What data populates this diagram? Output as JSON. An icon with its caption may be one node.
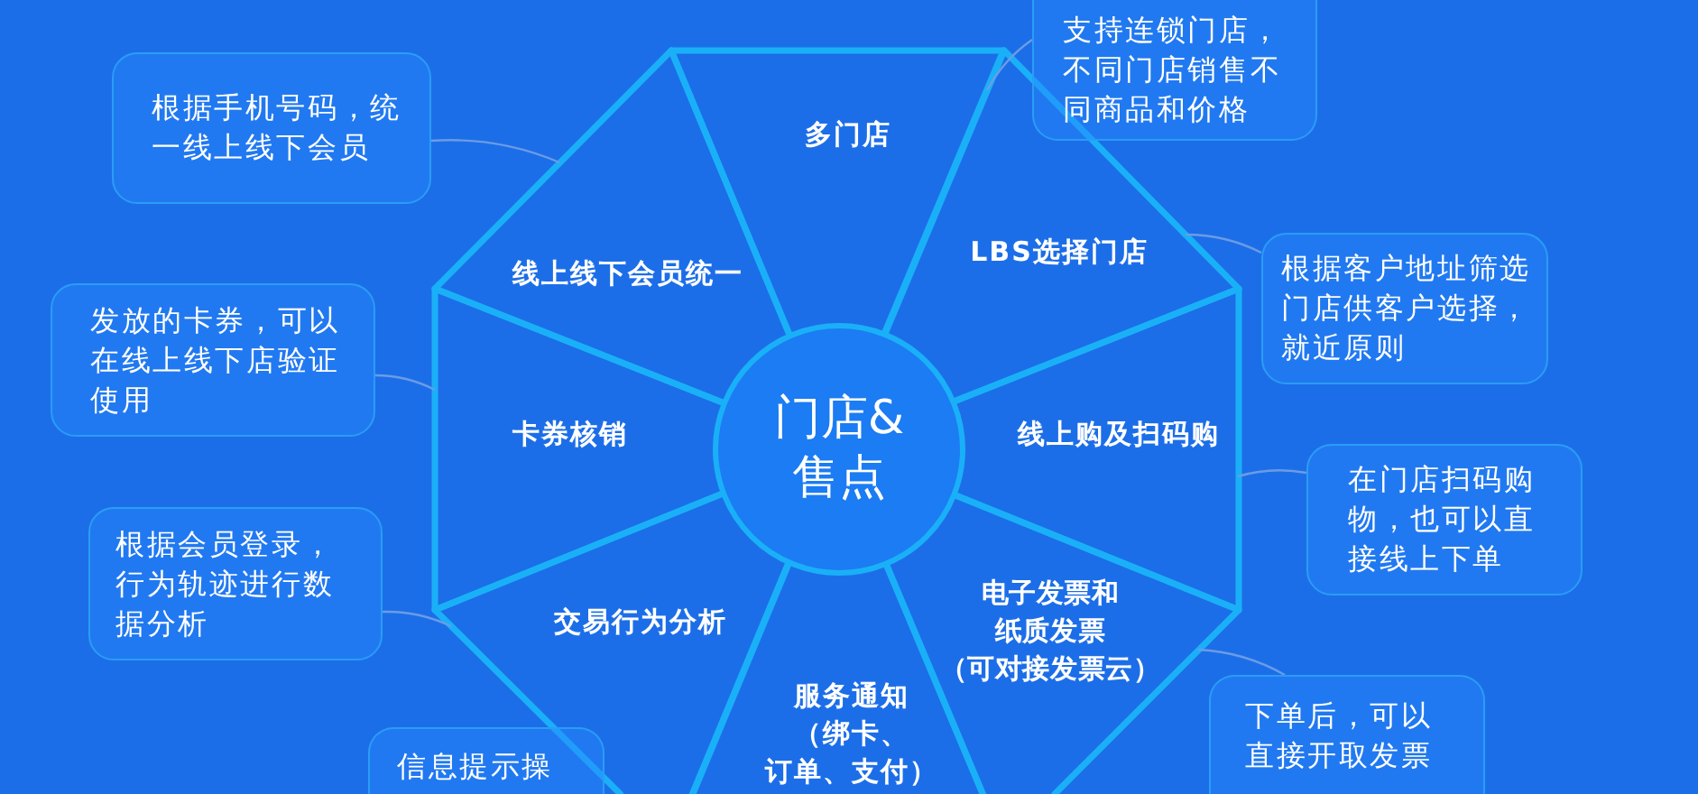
{
  "diagram": {
    "nodes": [
      {
        "text": [
          "门店&售点"
        ]
      },
      {
        "text": [
          "多门店"
        ]
      },
      {
        "text": [
          "LBS选择门店"
        ]
      },
      {
        "text": [
          "线上购及扫码购"
        ]
      },
      {
        "text": [
          "电子发票和纸质发票（可对接发票云）"
        ]
      },
      {
        "text": [
          "服务通知（绑卡、订单、支付）"
        ]
      },
      {
        "text": [
          "交易行为分析"
        ]
      },
      {
        "text": [
          "卡券核销"
        ]
      },
      {
        "text": [
          "线上线下会员统一"
        ]
      },
      {
        "text": [
          "支持连锁门店，不同门店销售不同商品和价格"
        ]
      },
      {
        "text": [
          "根据客户地址筛选门店供客户选择，就近原则"
        ]
      },
      {
        "text": [
          "在门店扫码购物，也可以直接线上下单"
        ]
      },
      {
        "text": [
          "下单后，可以直接开取发票"
        ]
      },
      {
        "text": [
          "信息提示操"
        ]
      },
      {
        "text": [
          "根据会员登录，行为轨迹进行数据分析"
        ]
      },
      {
        "text": [
          "发放的卡券，可以在线上线下店验证使用"
        ]
      },
      {
        "text": [
          "根据手机号码，统一线上线下会员"
        ]
      }
    ],
    "edges": [
      {
        "from": 9,
        "to": 1,
        "arrow": "none"
      },
      {
        "from": 10,
        "to": 2,
        "arrow": "none"
      },
      {
        "from": 11,
        "to": 3,
        "arrow": "none"
      },
      {
        "from": 12,
        "to": 4,
        "arrow": "none"
      },
      {
        "from": 14,
        "to": 6,
        "arrow": "none"
      },
      {
        "from": 15,
        "to": 7,
        "arrow": "none"
      },
      {
        "from": 16,
        "to": 8,
        "arrow": "none"
      }
    ]
  }
}
